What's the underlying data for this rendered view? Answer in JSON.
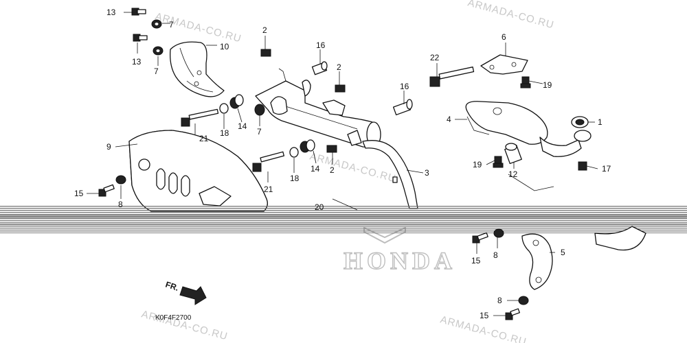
{
  "diagram": {
    "drawing_code": "K0F4F2700",
    "direction_label": "FR.",
    "brand_mark": "HONDA",
    "watermark": "ARMADA-CO.RU",
    "callouts": [
      "1",
      "2",
      "3",
      "4",
      "5",
      "6",
      "7",
      "8",
      "9",
      "10",
      "12",
      "13",
      "14",
      "15",
      "16",
      "17",
      "18",
      "19",
      "20",
      "21",
      "22"
    ]
  }
}
